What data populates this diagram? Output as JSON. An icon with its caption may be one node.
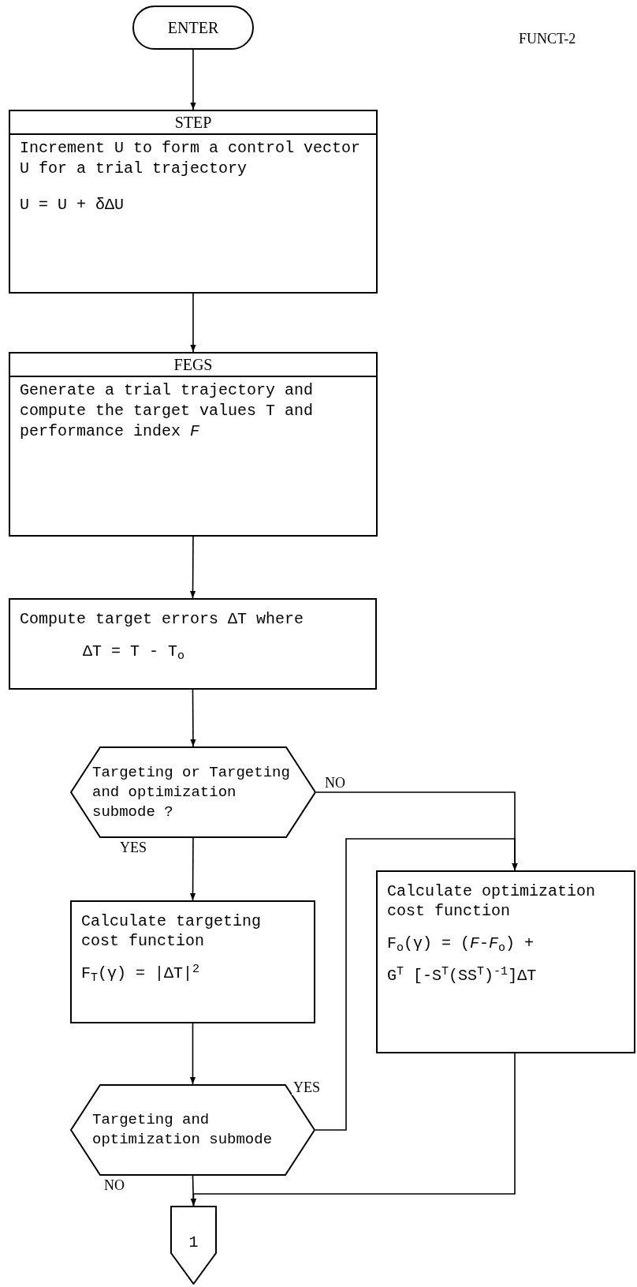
{
  "diagram": {
    "nodes": [
      {
        "text": [
          "ENTER"
        ]
      },
      {
        "text": [
          "STEP",
          "Increment U to form a control vector U for a trial trajectory",
          "U = U + δΔU"
        ]
      },
      {
        "text": [
          "FEGS",
          "Generate a trial trajectory and compute the target values T and performance index *F*"
        ]
      },
      {
        "text": [
          "Compute target errors ΔT where",
          "ΔT = T - T$_{o}$"
        ]
      },
      {
        "text": [
          "Targeting or Targeting and optimization submode ?"
        ]
      },
      {
        "text": [
          "Calculate targeting cost function",
          "F$_{T}$(γ) = |ΔT|$^{2}$"
        ]
      },
      {
        "text": [
          "Calculate optimization cost function",
          "F$_{o}$(γ) = (*F*-*F*$_{o}$) +",
          "G$^{T}$ [-S$^{T}$(SS$^{T}$)$^{-1}$]ΔT"
        ]
      },
      {
        "text": [
          "Targeting and optimization submode"
        ]
      },
      {
        "text": [
          "1"
        ]
      }
    ],
    "edges": [
      {
        "from": 0,
        "to": 1,
        "arrow": "to"
      },
      {
        "from": 1,
        "to": 2,
        "arrow": "to"
      },
      {
        "from": 2,
        "to": 3,
        "arrow": "to"
      },
      {
        "from": 3,
        "to": 4,
        "arrow": "to"
      },
      {
        "from": 4,
        "to": 6,
        "arrow": "to",
        "label": "NO"
      },
      {
        "from": 4,
        "to": 5,
        "arrow": "to",
        "label": "YES"
      },
      {
        "from": 5,
        "to": 7,
        "arrow": "to"
      },
      {
        "from": 7,
        "to": 6,
        "arrow": "to",
        "label": "YES"
      },
      {
        "from": 7,
        "to": 8,
        "arrow": "to",
        "label": "NO"
      },
      {
        "from": 6,
        "to": 8,
        "arrow": "to"
      }
    ],
    "labels": [
      "FUNCT-2"
    ]
  }
}
